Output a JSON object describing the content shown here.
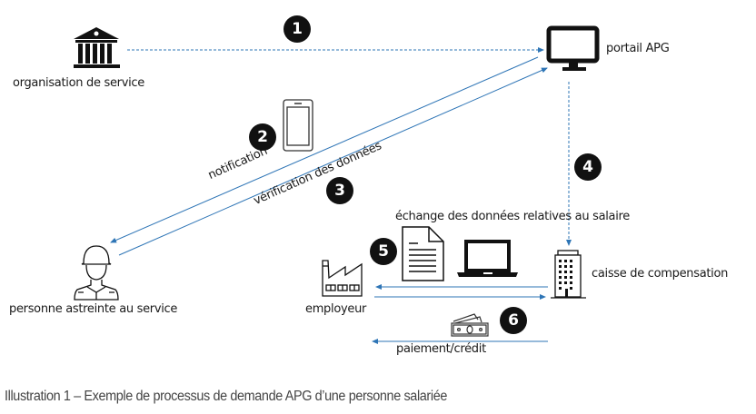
{
  "nodes": {
    "organisation": "organisation de service",
    "portail": "portail APG",
    "personne": "personne astreinte au service",
    "employeur": "employeur",
    "caisse": "caisse de compensation"
  },
  "steps": {
    "s1": "1",
    "s2": "2",
    "s3": "3",
    "s4": "4",
    "s5": "5",
    "s6": "6"
  },
  "edge_labels": {
    "notification": "notification",
    "verification": "vérification des données",
    "echange": "échange des données relatives au salaire",
    "paiement": "paiement/crédit"
  },
  "icons": {
    "organisation": "bank-building-icon",
    "portail": "monitor-icon",
    "notification": "smartphone-icon",
    "personne": "soldier-icon",
    "employeur": "factory-icon",
    "document": "document-icon",
    "laptop": "laptop-icon",
    "caisse": "office-building-icon",
    "money": "banknote-icon"
  },
  "colors": {
    "arrow": "#2e75b6",
    "badge": "#111111",
    "icon": "#111111",
    "caption": "#444444"
  },
  "caption": "Illustration 1 – Exemple de processus de demande APG d’une personne salariée"
}
